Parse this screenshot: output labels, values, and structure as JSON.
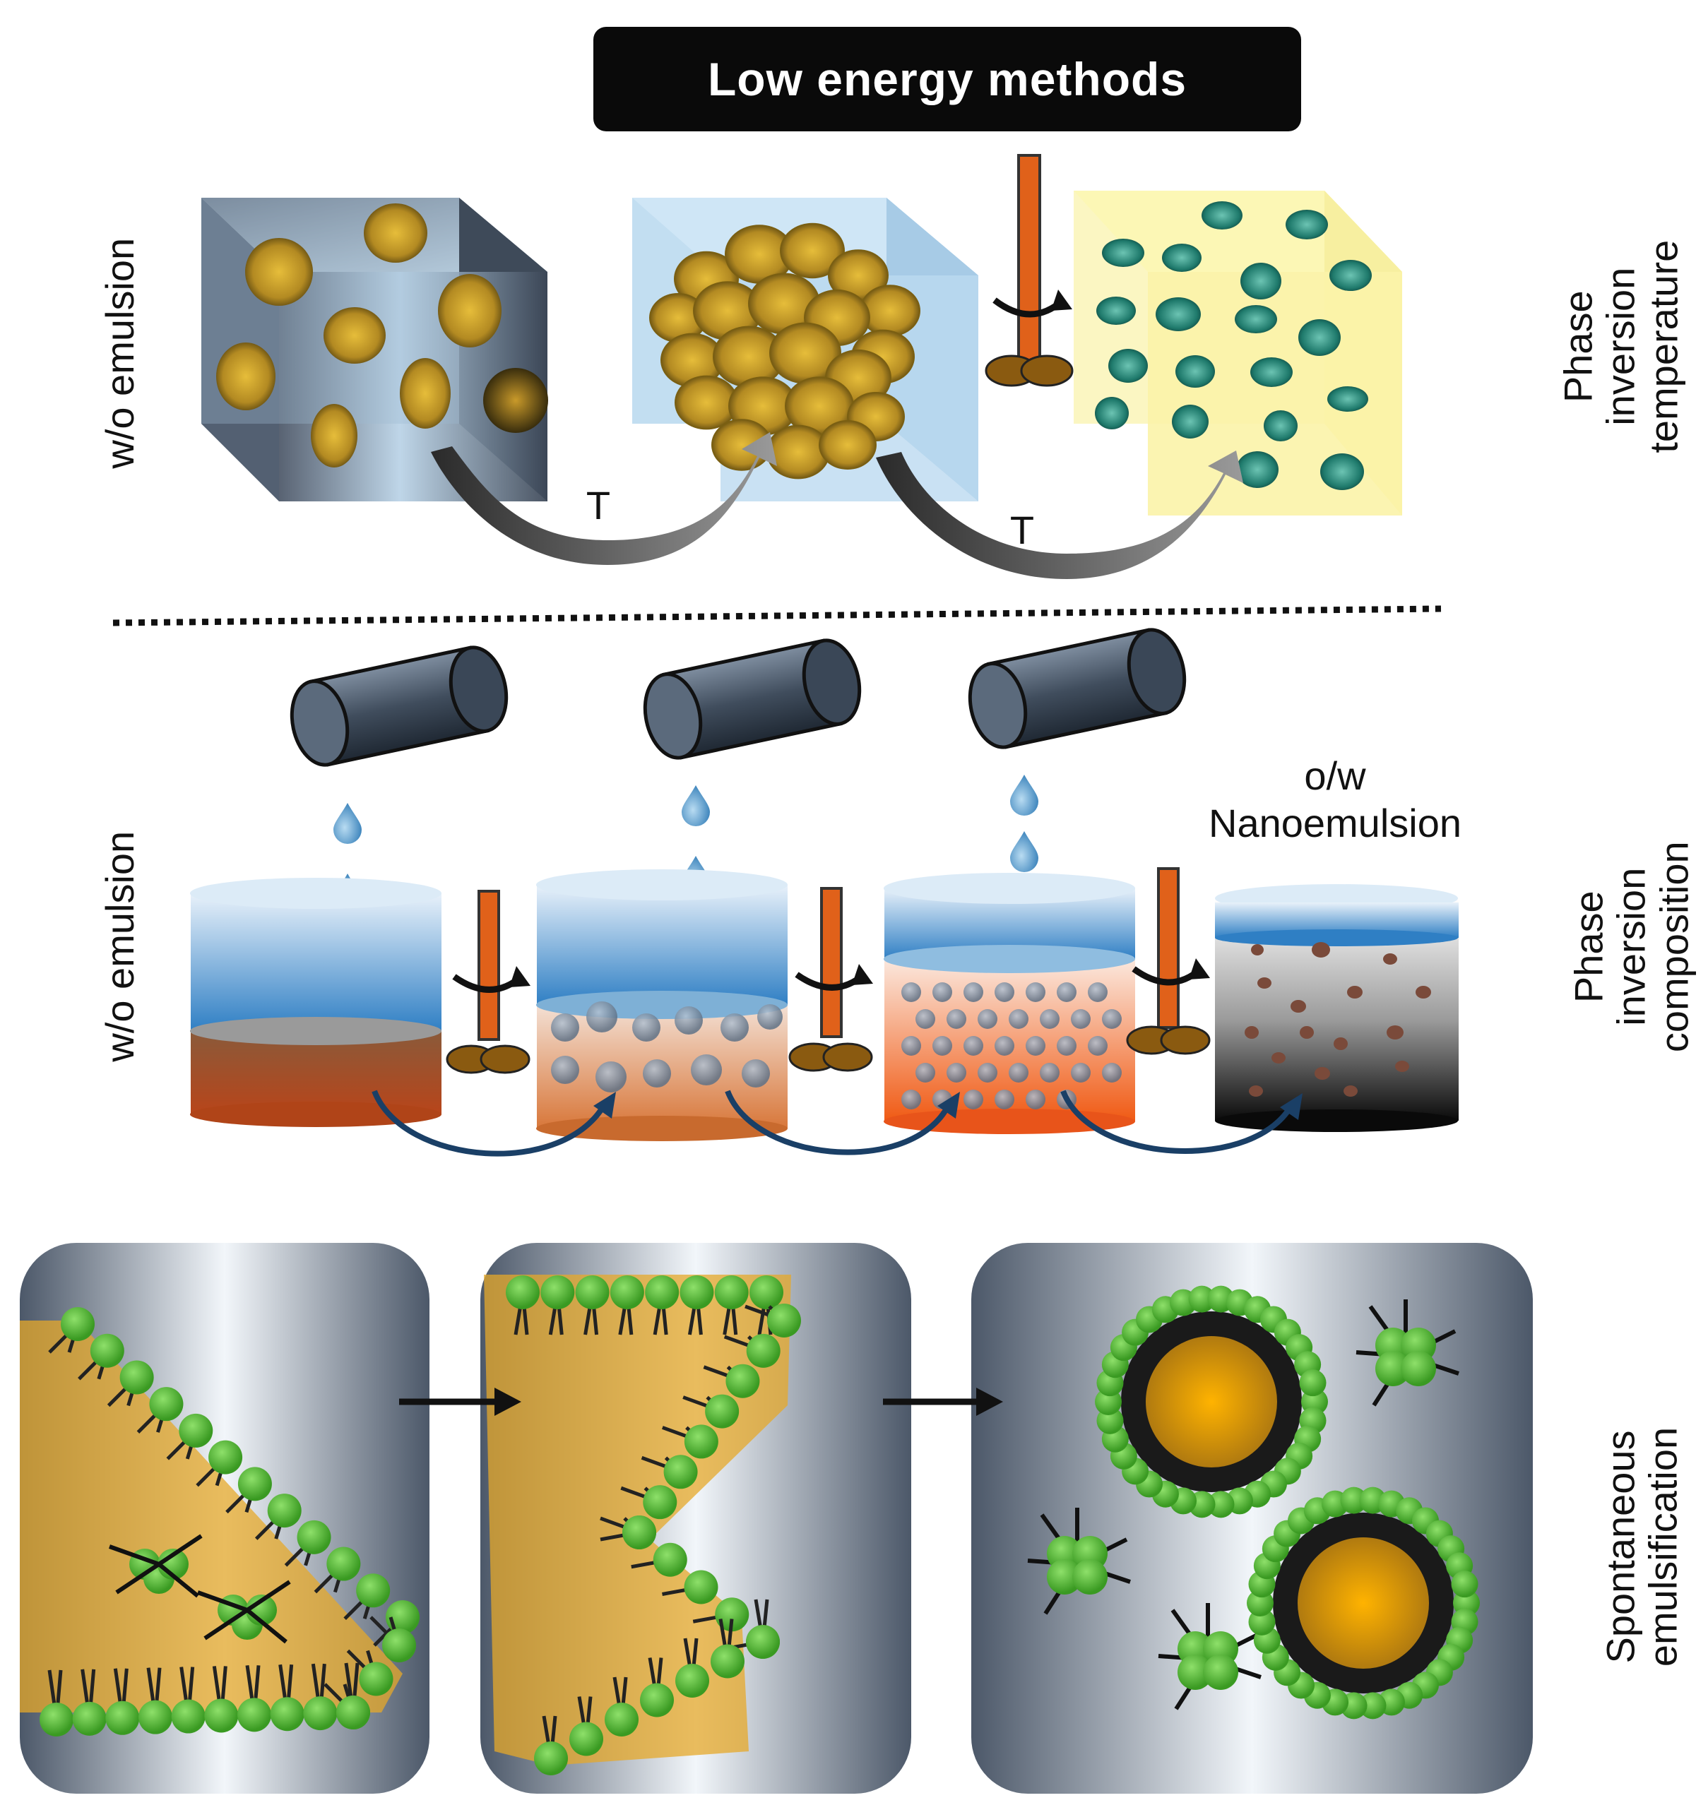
{
  "title": "Low energy methods",
  "labels": {
    "row1_left": "w/o emulsion",
    "row1_right": [
      "Phase",
      "inversion",
      "temperature"
    ],
    "row1_arrow1": "T",
    "row1_arrow2": "T",
    "row2_left": "w/o emulsion",
    "row2_product": [
      "o/w",
      "Nanoemulsion"
    ],
    "row2_right": [
      "Phase",
      "inversion",
      "composition"
    ],
    "row3_right": [
      "Spontaneous",
      "emulsification"
    ]
  },
  "colors": {
    "oil_droplet": "#c9a12a",
    "nano_droplet": "#2f8f80",
    "stirrer": "#e0611a",
    "surfactant_head": "#5cc43a",
    "water": "#5b9bd5",
    "oil_phase": "#b8562a"
  },
  "icons": [
    "stirrer-icon",
    "beaker-icon",
    "pouring-cylinder-icon",
    "water-drop-icon",
    "surfactant-icon",
    "micelle-icon"
  ]
}
